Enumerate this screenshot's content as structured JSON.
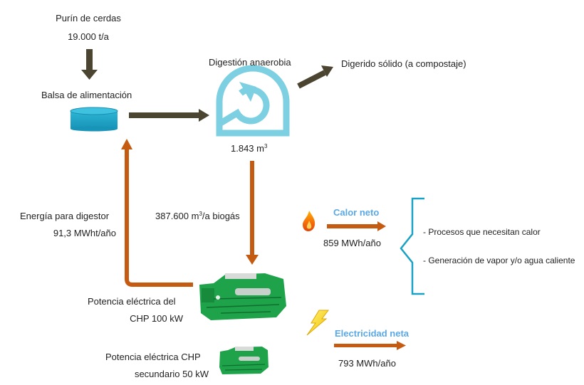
{
  "feed": {
    "title": "Purín de cerdas",
    "amount": "19.000 t/a"
  },
  "tank": {
    "label": "Balsa de alimentación"
  },
  "digester": {
    "label": "Digestión anaerobia",
    "volume_value": "1.843 m",
    "volume_exp": "3"
  },
  "solid_output": {
    "label": "Digerido sólido (a compostaje)"
  },
  "biogas": {
    "value": "387.600 m",
    "exp": "3",
    "suffix": "/a biogás"
  },
  "digester_energy": {
    "title": "Energía para digestor",
    "value": "91,3 MWht/año"
  },
  "chp_main": {
    "line1": "Potencia eléctrica del",
    "line2": "CHP 100 kW"
  },
  "chp_secondary": {
    "line1": "Potencia eléctrica CHP",
    "line2": "secundario 50 kW"
  },
  "heat": {
    "title": "Calor neto",
    "value": "859 MWh/año",
    "uses": [
      "- Procesos que necesitan calor",
      "- Generación de vapor y/o agua caliente"
    ]
  },
  "electricity": {
    "title": "Electricidad neta",
    "value": "793 MWh/año"
  },
  "colors": {
    "dark_arrow": "#4a4430",
    "orange_arrow": "#c55a11",
    "cyan": "#1ba1c4",
    "digester_blue": "#7dd0e2",
    "label_blue": "#5aa9e6",
    "engine_green": "#1fa34a"
  }
}
